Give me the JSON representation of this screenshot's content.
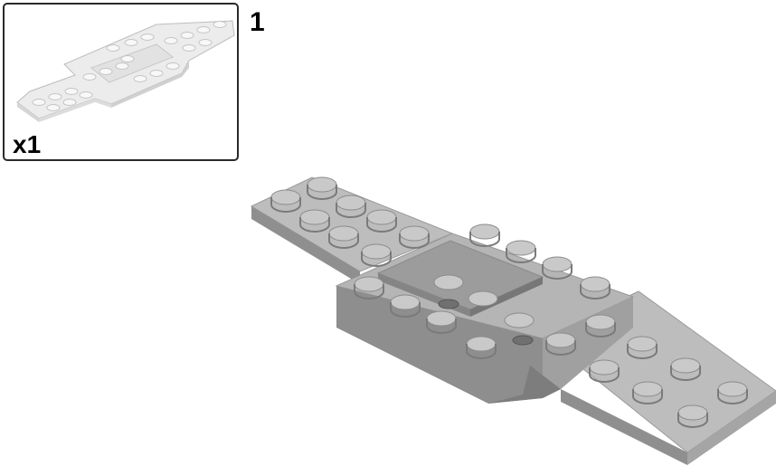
{
  "step": {
    "number": "1"
  },
  "parts_list": {
    "quantity_label": "x1",
    "part_name": "plate-with-cutout"
  },
  "colors": {
    "part_light": "#f2f2f2",
    "part_main_top": "#b9b9b9",
    "part_main_side": "#8e8e8e",
    "part_main_front": "#a2a2a2",
    "stud_top": "#c6c6c6",
    "outline": "#2a2a2a"
  }
}
